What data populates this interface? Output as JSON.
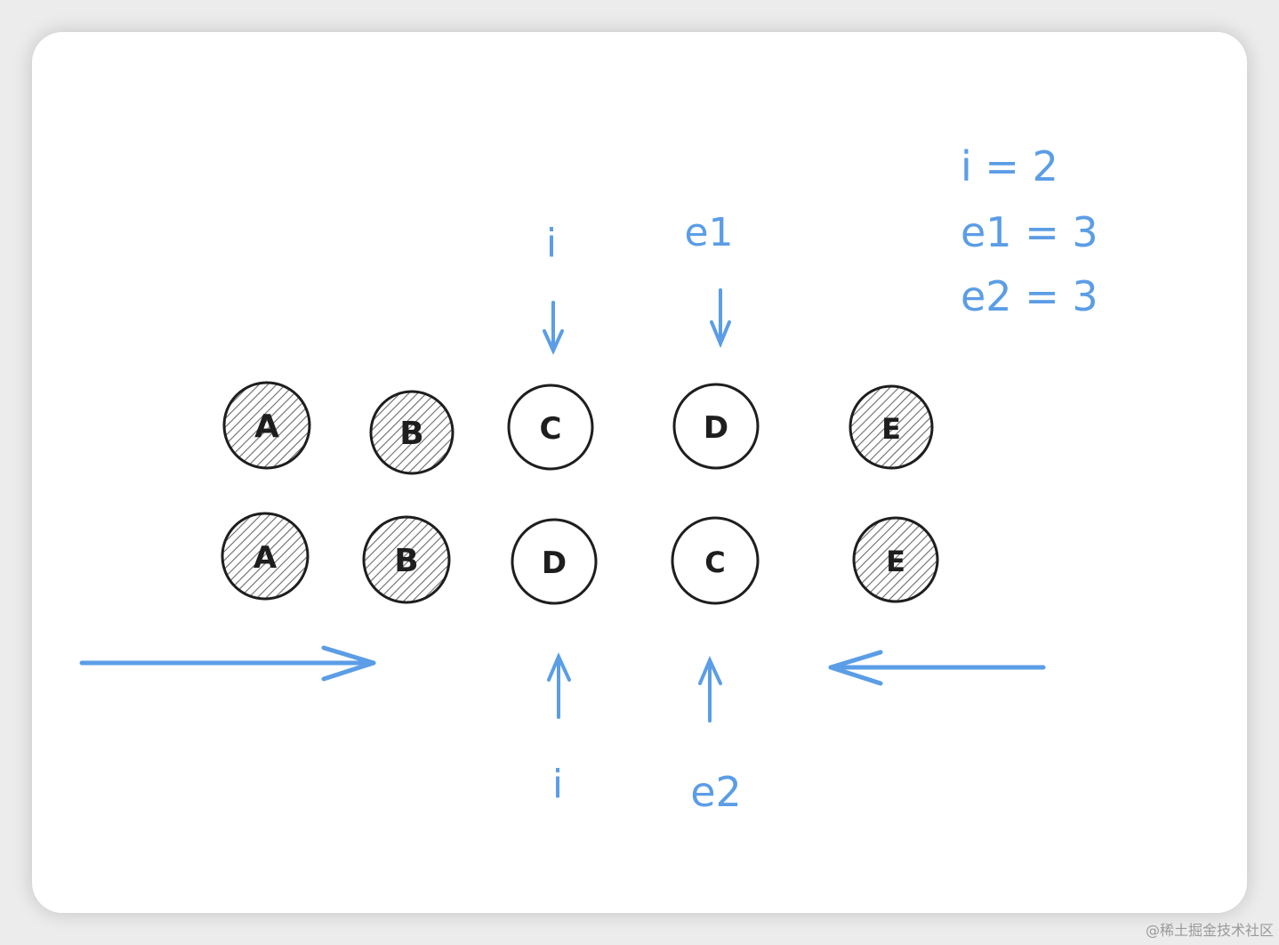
{
  "diagram": {
    "legend": {
      "line1": "i = 2",
      "line2": "e1 = 3",
      "line3": "e2 = 3"
    },
    "top_pointers": {
      "i": "i",
      "e1": "e1"
    },
    "bottom_pointers": {
      "i": "i",
      "e2": "e2"
    },
    "row1": [
      {
        "label": "A",
        "processed": true
      },
      {
        "label": "B",
        "processed": true
      },
      {
        "label": "C",
        "processed": false
      },
      {
        "label": "D",
        "processed": false
      },
      {
        "label": "E",
        "processed": true
      }
    ],
    "row2": [
      {
        "label": "A",
        "processed": true
      },
      {
        "label": "B",
        "processed": true
      },
      {
        "label": "D",
        "processed": false
      },
      {
        "label": "C",
        "processed": false
      },
      {
        "label": "E",
        "processed": true
      }
    ],
    "colors": {
      "accent": "#5b9de6",
      "stroke": "#1e1e1e",
      "hatch": "#6b6b6b"
    }
  },
  "watermark": "@稀土掘金技术社区"
}
